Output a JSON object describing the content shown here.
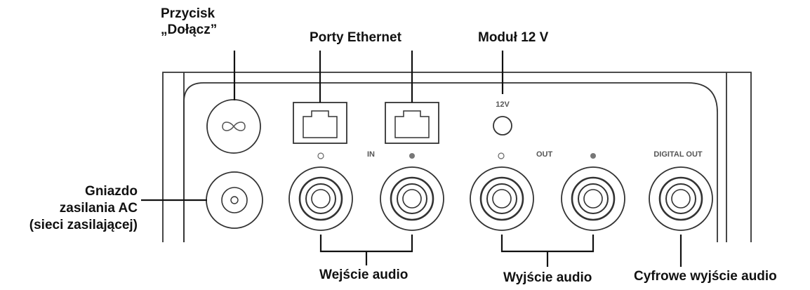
{
  "callouts": {
    "join_button": [
      "Przycisk",
      "„Dołącz”"
    ],
    "ethernet_ports": "Porty Ethernet",
    "module_12v": "Moduł 12 V",
    "ac_power": [
      "Gniazdo",
      "zasilania AC",
      "(sieci zasilającej)"
    ],
    "audio_in": "Wejście audio",
    "audio_out": "Wyjście audio",
    "digital_out": "Cyfrowe wyjście audio"
  },
  "panel_labels": {
    "v12": "12V",
    "in": "IN",
    "out": "OUT",
    "digital_out": "DIGITAL OUT"
  },
  "icons": {
    "join": "infinity-icon",
    "ethernet": "rj45-port-icon",
    "rca": "rca-jack-icon"
  },
  "colors": {
    "line": "#111111",
    "panel": "#333333"
  }
}
